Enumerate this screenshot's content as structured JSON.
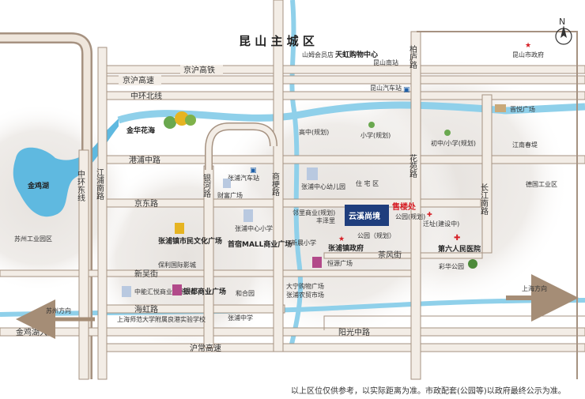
{
  "district": "昆 山 主 城 区",
  "north": "N",
  "roads": {
    "jinghu_expressway": "京沪高速",
    "jinghu_railway": "京沪高铁",
    "zhonghuan_north": "中环北线",
    "gangpu_middle": "港浦中路",
    "jingdong": "京东路",
    "xinwu": "新吴街",
    "haihong": "海虹路",
    "jinjihu_avenue": "金鸡湖大道",
    "huchang": "沪常高速",
    "yangguang_middle": "阳光中路",
    "chafeng": "茶风街",
    "zhonghuan_east": "中环东线",
    "jiangpu_south": "江浦南路",
    "yinhe": "银河路",
    "shangfu": "商梗路",
    "bailu": "柏庐路",
    "huayuan": "花苑路",
    "changjiang_south": "长江南路"
  },
  "places": {
    "shanyu_mall": "山姆会员店",
    "tianhong": "天虹购物中心",
    "kunshan_south": "昆山南站",
    "kunshan_gov": "昆山市政府",
    "kunshan_bus": "昆山汽车站",
    "jinyue_plaza": "晋悦广场",
    "jinhua_garden": "金华花海",
    "gaozhong": "高中(规划)",
    "xiaoxue": "小学(规划)",
    "chuzhong": "初中/小学(规划)",
    "jiangnan_chunti": "江南春堤",
    "jinjihu": "金鸡湖",
    "zhangpu_bus": "张浦汽车站",
    "caifu_plaza": "财富广场",
    "zhangpu_kindergarten": "张浦中心幼儿园",
    "residential": "住 宅 区",
    "deguo_park": "德国工业区",
    "project_name": "云溪尚境",
    "sales_office": "售楼处",
    "gongyuan_plan": "公园(规划)",
    "linli": "邻里商业(规划)",
    "fengzetang": "丰泽里",
    "zhanxing": "迁址(建设中)",
    "zhangpu_center_school": "张浦中心小学",
    "xinchen_school": "新晨小学",
    "gongyuan_plan2": "公园（规划）",
    "zhangpu_gov": "张浦镇政府",
    "hospital": "第六人民医院",
    "suzhou_park": "苏州工业园区",
    "culture_plaza": "张浦镇市民文化广场",
    "poly_cinema": "保利国际影城",
    "shouyou_mall": "首宿MALL商业广场",
    "hengyuan": "恒源广场",
    "caihua": "彩华公园",
    "zhongneng": "中能汇悦商业广场",
    "yindu": "银都商业广场",
    "hehe_yuan": "和合园",
    "daning": "大宁购物广场",
    "market": "张浦农贸市场",
    "shanghai_dir": "上海方向",
    "suzhou_dir": "苏州方向",
    "shnu_school": "上海师范大学附属良港实验学校",
    "zhangpu_middle": "张浦中学"
  },
  "disclaimer": "以上区位仅供参考，以实际距离为准。市政配套(公园等)以政府最终公示为准。",
  "colors": {
    "road": "#a69281",
    "road_fill": "#f3ede6",
    "river": "#8fd0ea",
    "lake": "#5fb9e0",
    "project": "#1f3e7d",
    "accent_red": "#d61f26",
    "arrow": "#a58d76"
  }
}
